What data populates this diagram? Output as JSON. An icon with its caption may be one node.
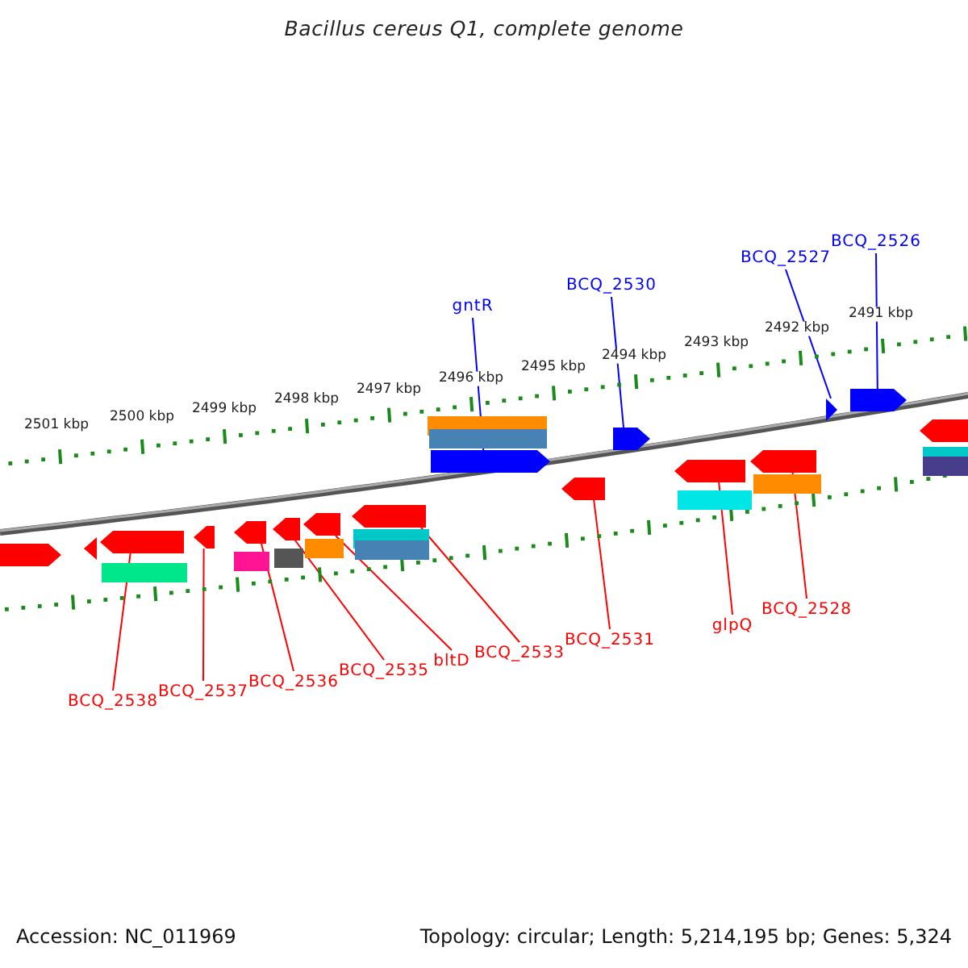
{
  "diagram": {
    "title": "Bacillus cereus Q1, complete genome",
    "nodes": [
      {
        "text": [
          "gntR"
        ]
      },
      {
        "text": [
          "BCQ_2530"
        ]
      },
      {
        "text": [
          "BCQ_2527"
        ]
      },
      {
        "text": [
          "BCQ_2526"
        ]
      },
      {
        "text": [
          "BCQ_2538"
        ]
      },
      {
        "text": [
          "BCQ_2537"
        ]
      },
      {
        "text": [
          "BCQ_2536"
        ]
      },
      {
        "text": [
          "BCQ_2535"
        ]
      },
      {
        "text": [
          "bltD"
        ]
      },
      {
        "text": [
          "BCQ_2533"
        ]
      },
      {
        "text": [
          "BCQ_2531"
        ]
      },
      {
        "text": [
          "glpQ"
        ]
      },
      {
        "text": [
          "BCQ_2528"
        ]
      },
      {
        "text": [],
        "shape": "arrow"
      },
      {
        "text": [],
        "shape": "arrow"
      },
      {
        "text": [],
        "shape": "arrow"
      },
      {
        "text": [],
        "shape": "arrow"
      },
      {
        "text": [],
        "shape": "arrow"
      },
      {
        "text": [],
        "shape": "arrow"
      },
      {
        "text": [],
        "shape": "arrow"
      },
      {
        "text": [],
        "shape": "arrow"
      },
      {
        "text": [],
        "shape": "arrow"
      },
      {
        "text": [],
        "shape": "arrow"
      },
      {
        "text": [],
        "shape": "arrow"
      },
      {
        "text": [],
        "shape": "arrow"
      },
      {
        "text": [],
        "shape": "arrow"
      },
      {
        "text": [],
        "shape": "arrow"
      },
      {
        "text": [],
        "shape": "arrow"
      },
      {
        "text": [],
        "shape": "arrow"
      }
    ],
    "edges": [
      {
        "from": 0,
        "to": 13,
        "arrow": "none",
        "color": "#0000ff"
      },
      {
        "from": 1,
        "to": 14,
        "arrow": "none",
        "color": "#0000ff"
      },
      {
        "from": 2,
        "to": 15,
        "arrow": "none",
        "color": "#0000ff"
      },
      {
        "from": 3,
        "to": 16,
        "arrow": "none",
        "color": "#0000ff"
      },
      {
        "from": 4,
        "to": 17,
        "arrow": "none"
      },
      {
        "from": 5,
        "to": 18,
        "arrow": "none"
      },
      {
        "from": 6,
        "to": 19,
        "arrow": "none"
      },
      {
        "from": 7,
        "to": 20,
        "arrow": "none"
      },
      {
        "from": 8,
        "to": 21,
        "arrow": "none"
      },
      {
        "from": 9,
        "to": 22,
        "arrow": "none"
      },
      {
        "from": 10,
        "to": 23,
        "arrow": "none"
      },
      {
        "from": 11,
        "to": 24,
        "arrow": "none"
      },
      {
        "from": 12,
        "to": 25,
        "arrow": "none"
      }
    ],
    "labels": [
      "2501 kbp",
      "2500 kbp",
      "2499 kbp",
      "2498 kbp",
      "2497 kbp",
      "2496 kbp",
      "2495 kbp",
      "2494 kbp",
      "2493 kbp",
      "2492 kbp",
      "2491 kbp",
      "Accession: NC_011969",
      "Topology: circular; Length: 5,214,195 bp; Genes: 5,324"
    ]
  }
}
